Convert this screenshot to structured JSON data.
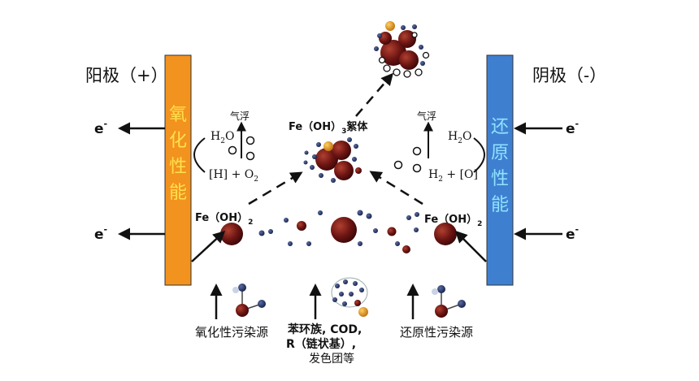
{
  "anode": {
    "label": "阳极（+）",
    "bar_text": [
      "氧",
      "化",
      "性",
      "能"
    ],
    "bar_color": "#f2921f",
    "text_color": "#ffe14d"
  },
  "cathode": {
    "label": "阴极（-）",
    "bar_text": [
      "还",
      "原",
      "性",
      "能"
    ],
    "bar_color": "#3f7fd0",
    "text_color": "#8fe3ff"
  },
  "electron": {
    "base": "e",
    "sup": "-"
  },
  "left": {
    "float_label": "气浮",
    "water": {
      "base": "H",
      "sub": "2",
      "tail": "O"
    },
    "products": {
      "a": "[H] + O",
      "sub": "2"
    },
    "fe": {
      "base": "Fe（OH）",
      "sub": "2"
    },
    "pollutant": "氧化性污染源"
  },
  "right": {
    "float_label": "气浮",
    "water": {
      "base": "H",
      "sub": "2",
      "tail": "O"
    },
    "products": {
      "a": "H",
      "sub": "2",
      "tail": " + [O]"
    },
    "fe": {
      "base": "Fe（OH）",
      "sub": "2"
    },
    "pollutant": "还原性污染源"
  },
  "center": {
    "floc": {
      "base": "Fe（OH）",
      "sub": "3",
      "tail": "絮体"
    },
    "pollutant_lines": [
      "苯环族, COD,",
      "R（链状基）,",
      "发色团等"
    ]
  },
  "colors": {
    "iron_particle": "#6b1412",
    "small_sphere": "#1b2a5c",
    "highlight": "#e5a020"
  }
}
